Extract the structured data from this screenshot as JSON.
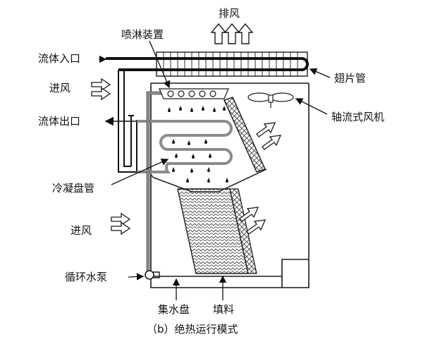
{
  "labels": {
    "exhaust": "排风",
    "spray_device": "喷淋装置",
    "fluid_inlet": "流体入口",
    "air_inlet_upper": "进风",
    "fluid_outlet": "流体出口",
    "finned_tube": "翅片管",
    "axial_fan": "轴流式风机",
    "condenser_coil": "冷凝盘管",
    "air_inlet_lower": "进风",
    "circulation_pump": "循环水泵",
    "water_basin": "集水盘",
    "fill": "填料"
  },
  "caption": "（b）绝热运行模式",
  "colors": {
    "line": "#1a1a1a",
    "pipe_gray": "#9a9a9a",
    "fill_hatch": "#444444",
    "background": "#ffffff"
  }
}
